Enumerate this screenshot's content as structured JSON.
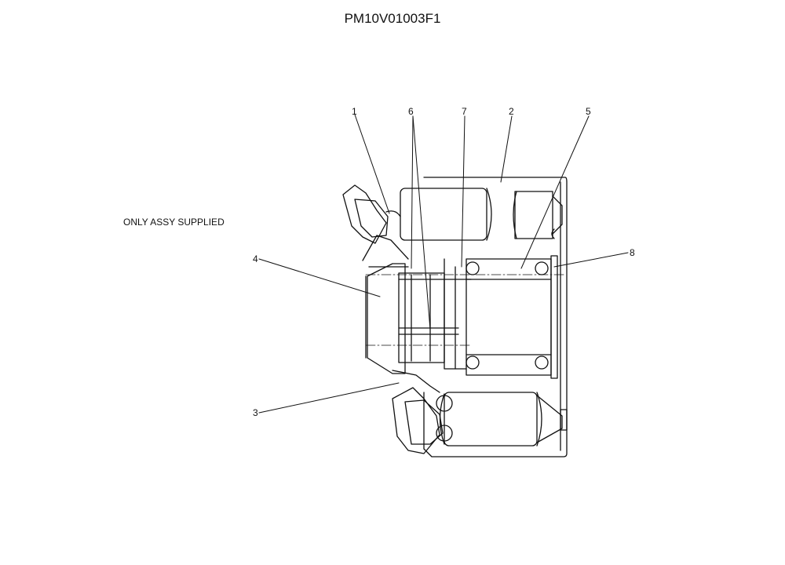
{
  "header": {
    "title": "PM10V01003F1"
  },
  "diagram": {
    "note": "ONLY ASSY SUPPLIED",
    "callouts": [
      "1",
      "6",
      "7",
      "2",
      "5",
      "4",
      "8",
      "3"
    ],
    "line_color": "#111111"
  }
}
